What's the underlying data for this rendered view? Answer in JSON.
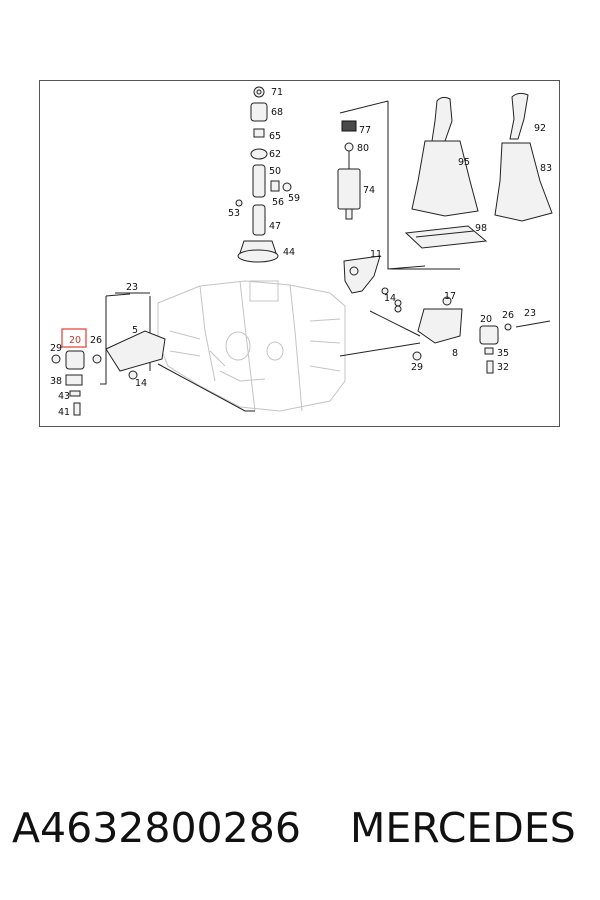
{
  "diagram": {
    "labels": [
      "71",
      "68",
      "65",
      "62",
      "50",
      "56",
      "59",
      "53",
      "47",
      "44",
      "77",
      "80",
      "74",
      "95",
      "92",
      "83",
      "98",
      "11",
      "23",
      "17",
      "14",
      "20",
      "26",
      "29",
      "5",
      "38",
      "43",
      "41",
      "8",
      "35",
      "32"
    ],
    "highlighted_label": "20"
  },
  "footer": {
    "part_number": "A4632800286",
    "brand": "MERCEDES"
  },
  "colors": {
    "highlight": "#e74c3c",
    "frame": "#555555"
  }
}
